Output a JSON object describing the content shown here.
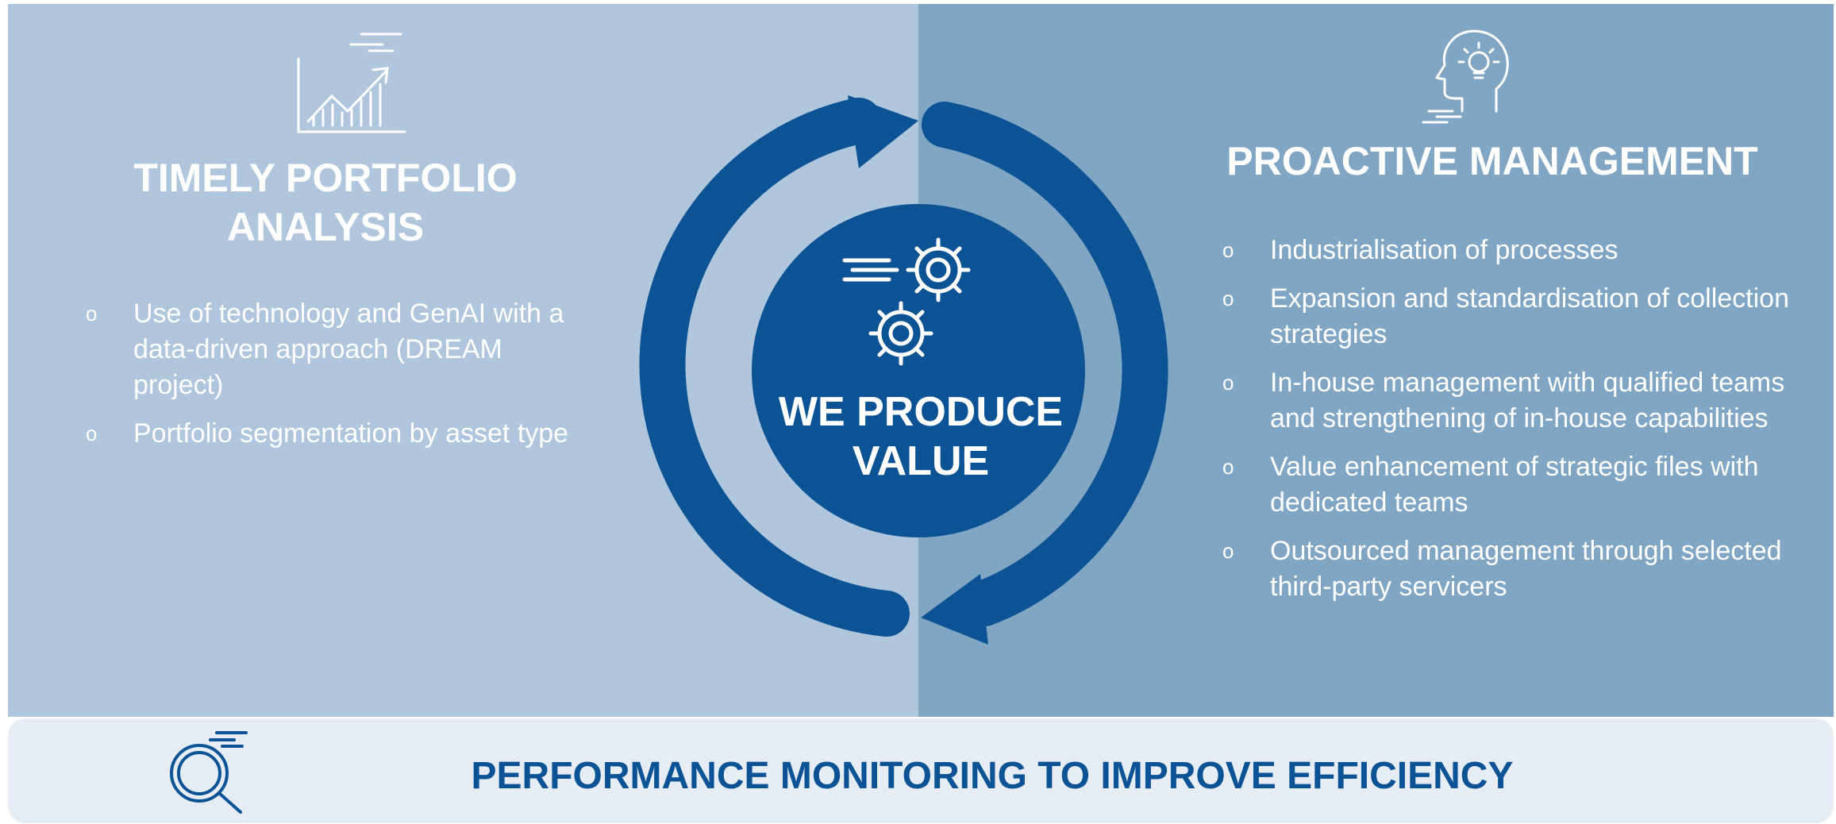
{
  "left": {
    "icon": "growth-chart-icon",
    "heading_line1": "TIMELY PORTFOLIO",
    "heading_line2": "ANALYSIS",
    "bullets": [
      "Use of technology and GenAI with a data-driven approach (DREAM project)",
      "Portfolio segmentation by asset type"
    ]
  },
  "center": {
    "icon": "gears-icon",
    "line1": "WE PRODUCE",
    "line2": "VALUE"
  },
  "right": {
    "icon": "head-lightbulb-icon",
    "heading": "PROACTIVE MANAGEMENT",
    "bullets": [
      "Industrialisation of processes",
      "Expansion and standardisation of collection strategies",
      "In-house management with qualified teams and strengthening of in-house capabilities",
      "Value enhancement of strategic files with dedicated teams",
      "Outsourced management through selected third-party servicers"
    ]
  },
  "bottom": {
    "icon": "magnifier-icon",
    "title": "PERFORMANCE MONITORING TO IMPROVE EFFICIENCY"
  },
  "bullet_symbol": "o",
  "colors": {
    "left_panel": "#afc6dc",
    "right_panel": "#80a6c4",
    "dark_blue": "#0b5394",
    "bottom_bar": "#e6edf4"
  }
}
